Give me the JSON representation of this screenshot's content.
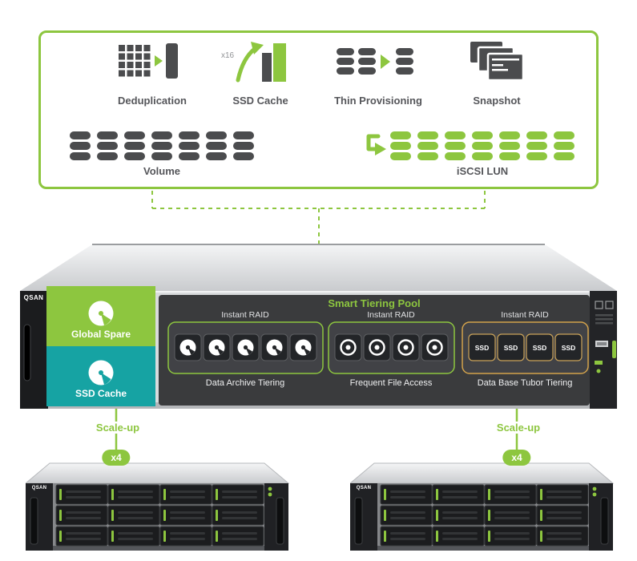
{
  "palette": {
    "green": "#8dc63f",
    "teal": "#16a3a3",
    "gold": "#d2a24b",
    "icon_gray": "#4b4c4e",
    "label_gray": "#55565a"
  },
  "features": {
    "deduplication": {
      "label": "Deduplication"
    },
    "ssd_cache": {
      "label": "SSD Cache",
      "multiplier": "x16"
    },
    "thin_provisioning": {
      "label": "Thin Provisioning"
    },
    "snapshot": {
      "label": "Snapshot"
    },
    "volume": {
      "label": "Volume",
      "cylinder_count": 7
    },
    "iscsi_lun": {
      "label": "iSCSI LUN",
      "cylinder_count": 7
    }
  },
  "main_server": {
    "brand": "QSAN",
    "pool_title": "Smart Tiering Pool",
    "cache_tiles": [
      {
        "label": "Global Spare",
        "color": "#8dc63f"
      },
      {
        "label": "SSD Cache",
        "color": "#16a3a3"
      }
    ],
    "raid_groups": [
      {
        "raid_label": "Instant RAID",
        "tier_label": "Data Archive Tiering",
        "disk_count": 5,
        "disk_type": "hdd-platter"
      },
      {
        "raid_label": "Instant RAID",
        "tier_label": "Frequent File Access",
        "disk_count": 4,
        "disk_type": "hdd-spindle"
      },
      {
        "raid_label": "Instant RAID",
        "tier_label": "Data Base Tubor Tiering",
        "disk_count": 4,
        "disk_type": "ssd",
        "ssd_label": "SSD"
      }
    ]
  },
  "expansion": {
    "left": {
      "scale_label": "Scale-up",
      "multiplier": "x4",
      "brand": "QSAN",
      "bays": 12
    },
    "right": {
      "scale_label": "Scale-up",
      "multiplier": "x4",
      "brand": "QSAN",
      "bays": 12
    }
  }
}
